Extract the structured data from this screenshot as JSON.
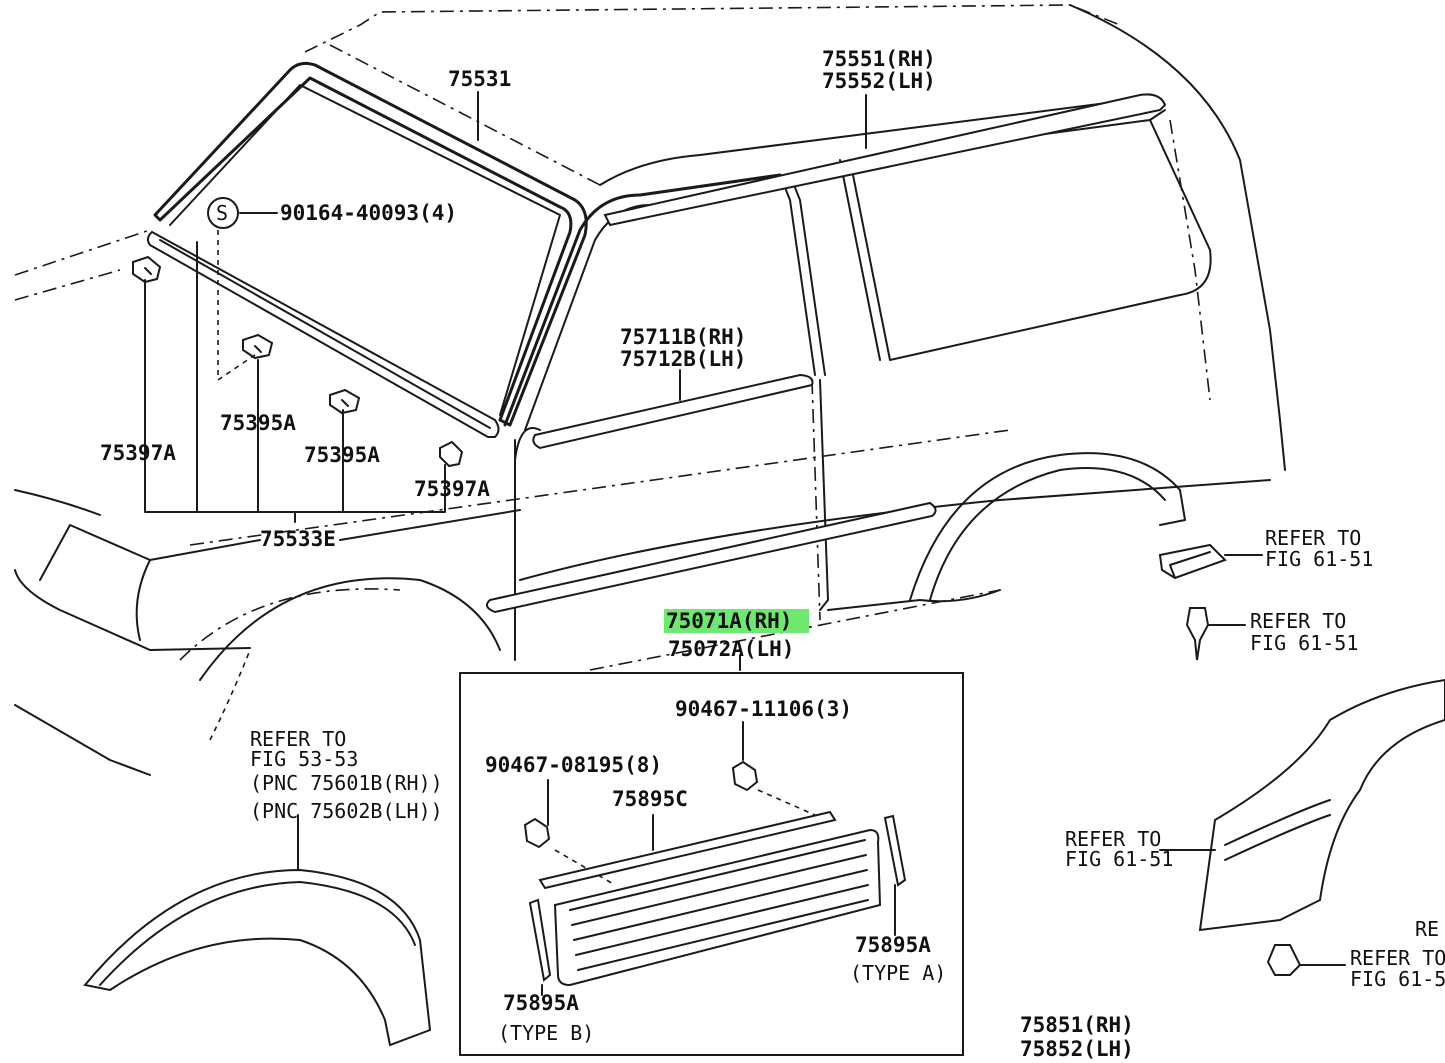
{
  "highlight_color": "#6fe86f",
  "labels": {
    "p75531": "75531",
    "p75551": "75551(RH)",
    "p75552": "75552(LH)",
    "screw_symbol": "S",
    "p90164": "90164-40093(4)",
    "p75711": "75711B(RH)",
    "p75712": "75712B(LH)",
    "p75395a_1": "75395A",
    "p75395a_2": "75395A",
    "p75397a_1": "75397A",
    "p75397a_2": "75397A",
    "p75533": "75533E",
    "p75071": "75071A(RH)",
    "p75072": "75072A(LH)",
    "p90467_11106": "90467-11106(3)",
    "p90467_08195": "90467-08195(8)",
    "p75895c": "75895C",
    "p75895a_a": "75895A",
    "type_a": "(TYPE  A)",
    "p75895a_b": "75895A",
    "type_b": "(TYPE B)",
    "p75851": "75851(RH)",
    "p75852": "75852(LH)",
    "ref1_l1": "REFER TO",
    "ref1_l2": "FIG 61-51",
    "ref2_l1": "REFER TO",
    "ref2_l2": "FIG 61-51",
    "ref3_l1": "REFER TO",
    "ref3_l2": "FIG 53-53",
    "ref3_l3": "(PNC 75601B(RH))",
    "ref3_l4": "(PNC 75602B(LH))",
    "ref4_l1": "REFER TO",
    "ref4_l2": "FIG 61-51",
    "ref5_l1": "REFER TO",
    "ref5_l2": "FIG 61-5",
    "ref5_l0": "RE"
  }
}
